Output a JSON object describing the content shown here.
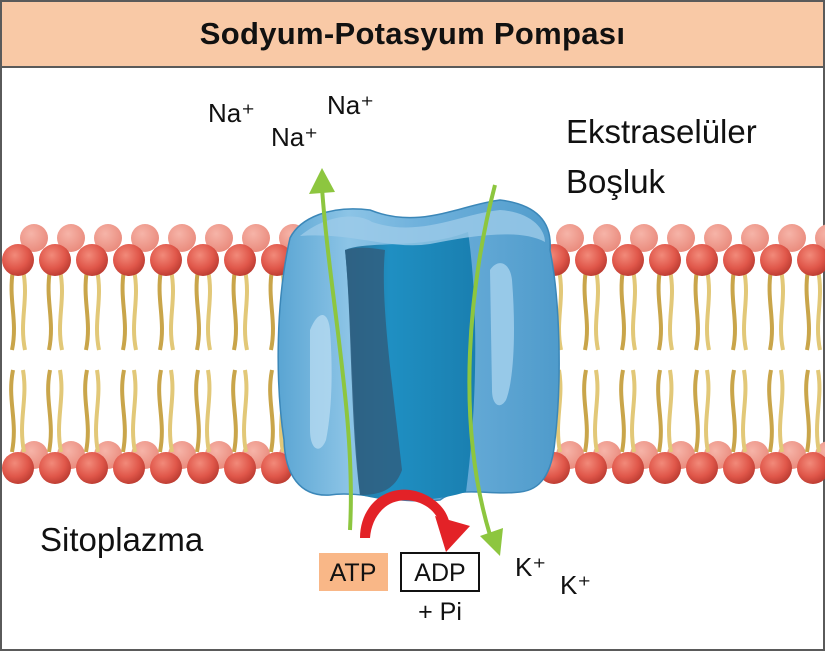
{
  "title": "Sodyum-Potasyum Pompası",
  "labels": {
    "extracellular_line1": "Ekstraselüler",
    "extracellular_line2": "Boşluk",
    "cytoplasm": "Sitoplazma"
  },
  "ions": {
    "sodium": [
      "Na⁺",
      "Na⁺",
      "Na⁺"
    ],
    "potassium": [
      "K⁺",
      "K⁺"
    ]
  },
  "energy": {
    "atp": "ATP",
    "adp": "ADP",
    "pi": "+ Pi"
  },
  "colors": {
    "title_bg": "#f9c9a6",
    "phospholipid_head": "#e0574a",
    "lipid_tail": "#d8b863",
    "protein_light": "#7fb9dd",
    "protein_dark": "#1e86b8",
    "arrow_green": "#8dc63f",
    "arrow_red": "#e32227",
    "atp_box": "#f9b787"
  }
}
